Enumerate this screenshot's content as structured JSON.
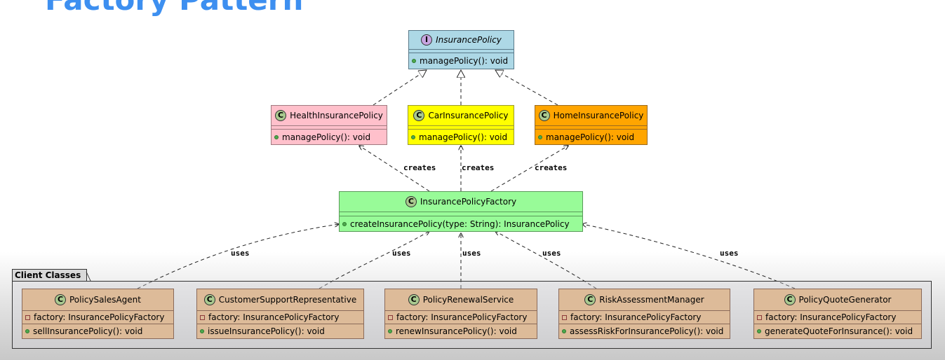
{
  "title": "Factory Pattern",
  "interface": {
    "stereotype": "I",
    "name": "InsurancePolicy",
    "method": "managePolicy(): void",
    "color": "#add8e6"
  },
  "products": [
    {
      "stereotype": "C",
      "name": "HealthInsurancePolicy",
      "method": "managePolicy(): void",
      "color": "#ffc0cb"
    },
    {
      "stereotype": "C",
      "name": "CarInsurancePolicy",
      "method": "managePolicy(): void",
      "color": "#ffff00"
    },
    {
      "stereotype": "C",
      "name": "HomeInsurancePolicy",
      "method": "managePolicy(): void",
      "color": "#ffa500"
    }
  ],
  "factory": {
    "stereotype": "C",
    "name": "InsurancePolicyFactory",
    "method": "createInsurancePolicy(type: String): InsurancePolicy",
    "color": "#98fb98"
  },
  "edge_labels": {
    "creates": [
      "creates",
      "creates",
      "creates"
    ],
    "uses": [
      "uses",
      "uses",
      "uses",
      "uses",
      "uses"
    ]
  },
  "package": {
    "name": "Client Classes",
    "classes": [
      {
        "stereotype": "C",
        "name": "PolicySalesAgent",
        "field": "factory: InsurancePolicyFactory",
        "method": "sellInsurancePolicy(): void"
      },
      {
        "stereotype": "C",
        "name": "CustomerSupportRepresentative",
        "field": "factory: InsurancePolicyFactory",
        "method": "issueInsurancePolicy(): void"
      },
      {
        "stereotype": "C",
        "name": "PolicyRenewalService",
        "field": "factory: InsurancePolicyFactory",
        "method": "renewInsurancePolicy(): void"
      },
      {
        "stereotype": "C",
        "name": "RiskAssessmentManager",
        "field": "factory: InsurancePolicyFactory",
        "method": "assessRiskForInsurancePolicy(): void"
      },
      {
        "stereotype": "C",
        "name": "PolicyQuoteGenerator",
        "field": "factory: InsurancePolicyFactory",
        "method": "generateQuoteForInsurance(): void"
      }
    ],
    "class_color": "#ddbb99"
  }
}
